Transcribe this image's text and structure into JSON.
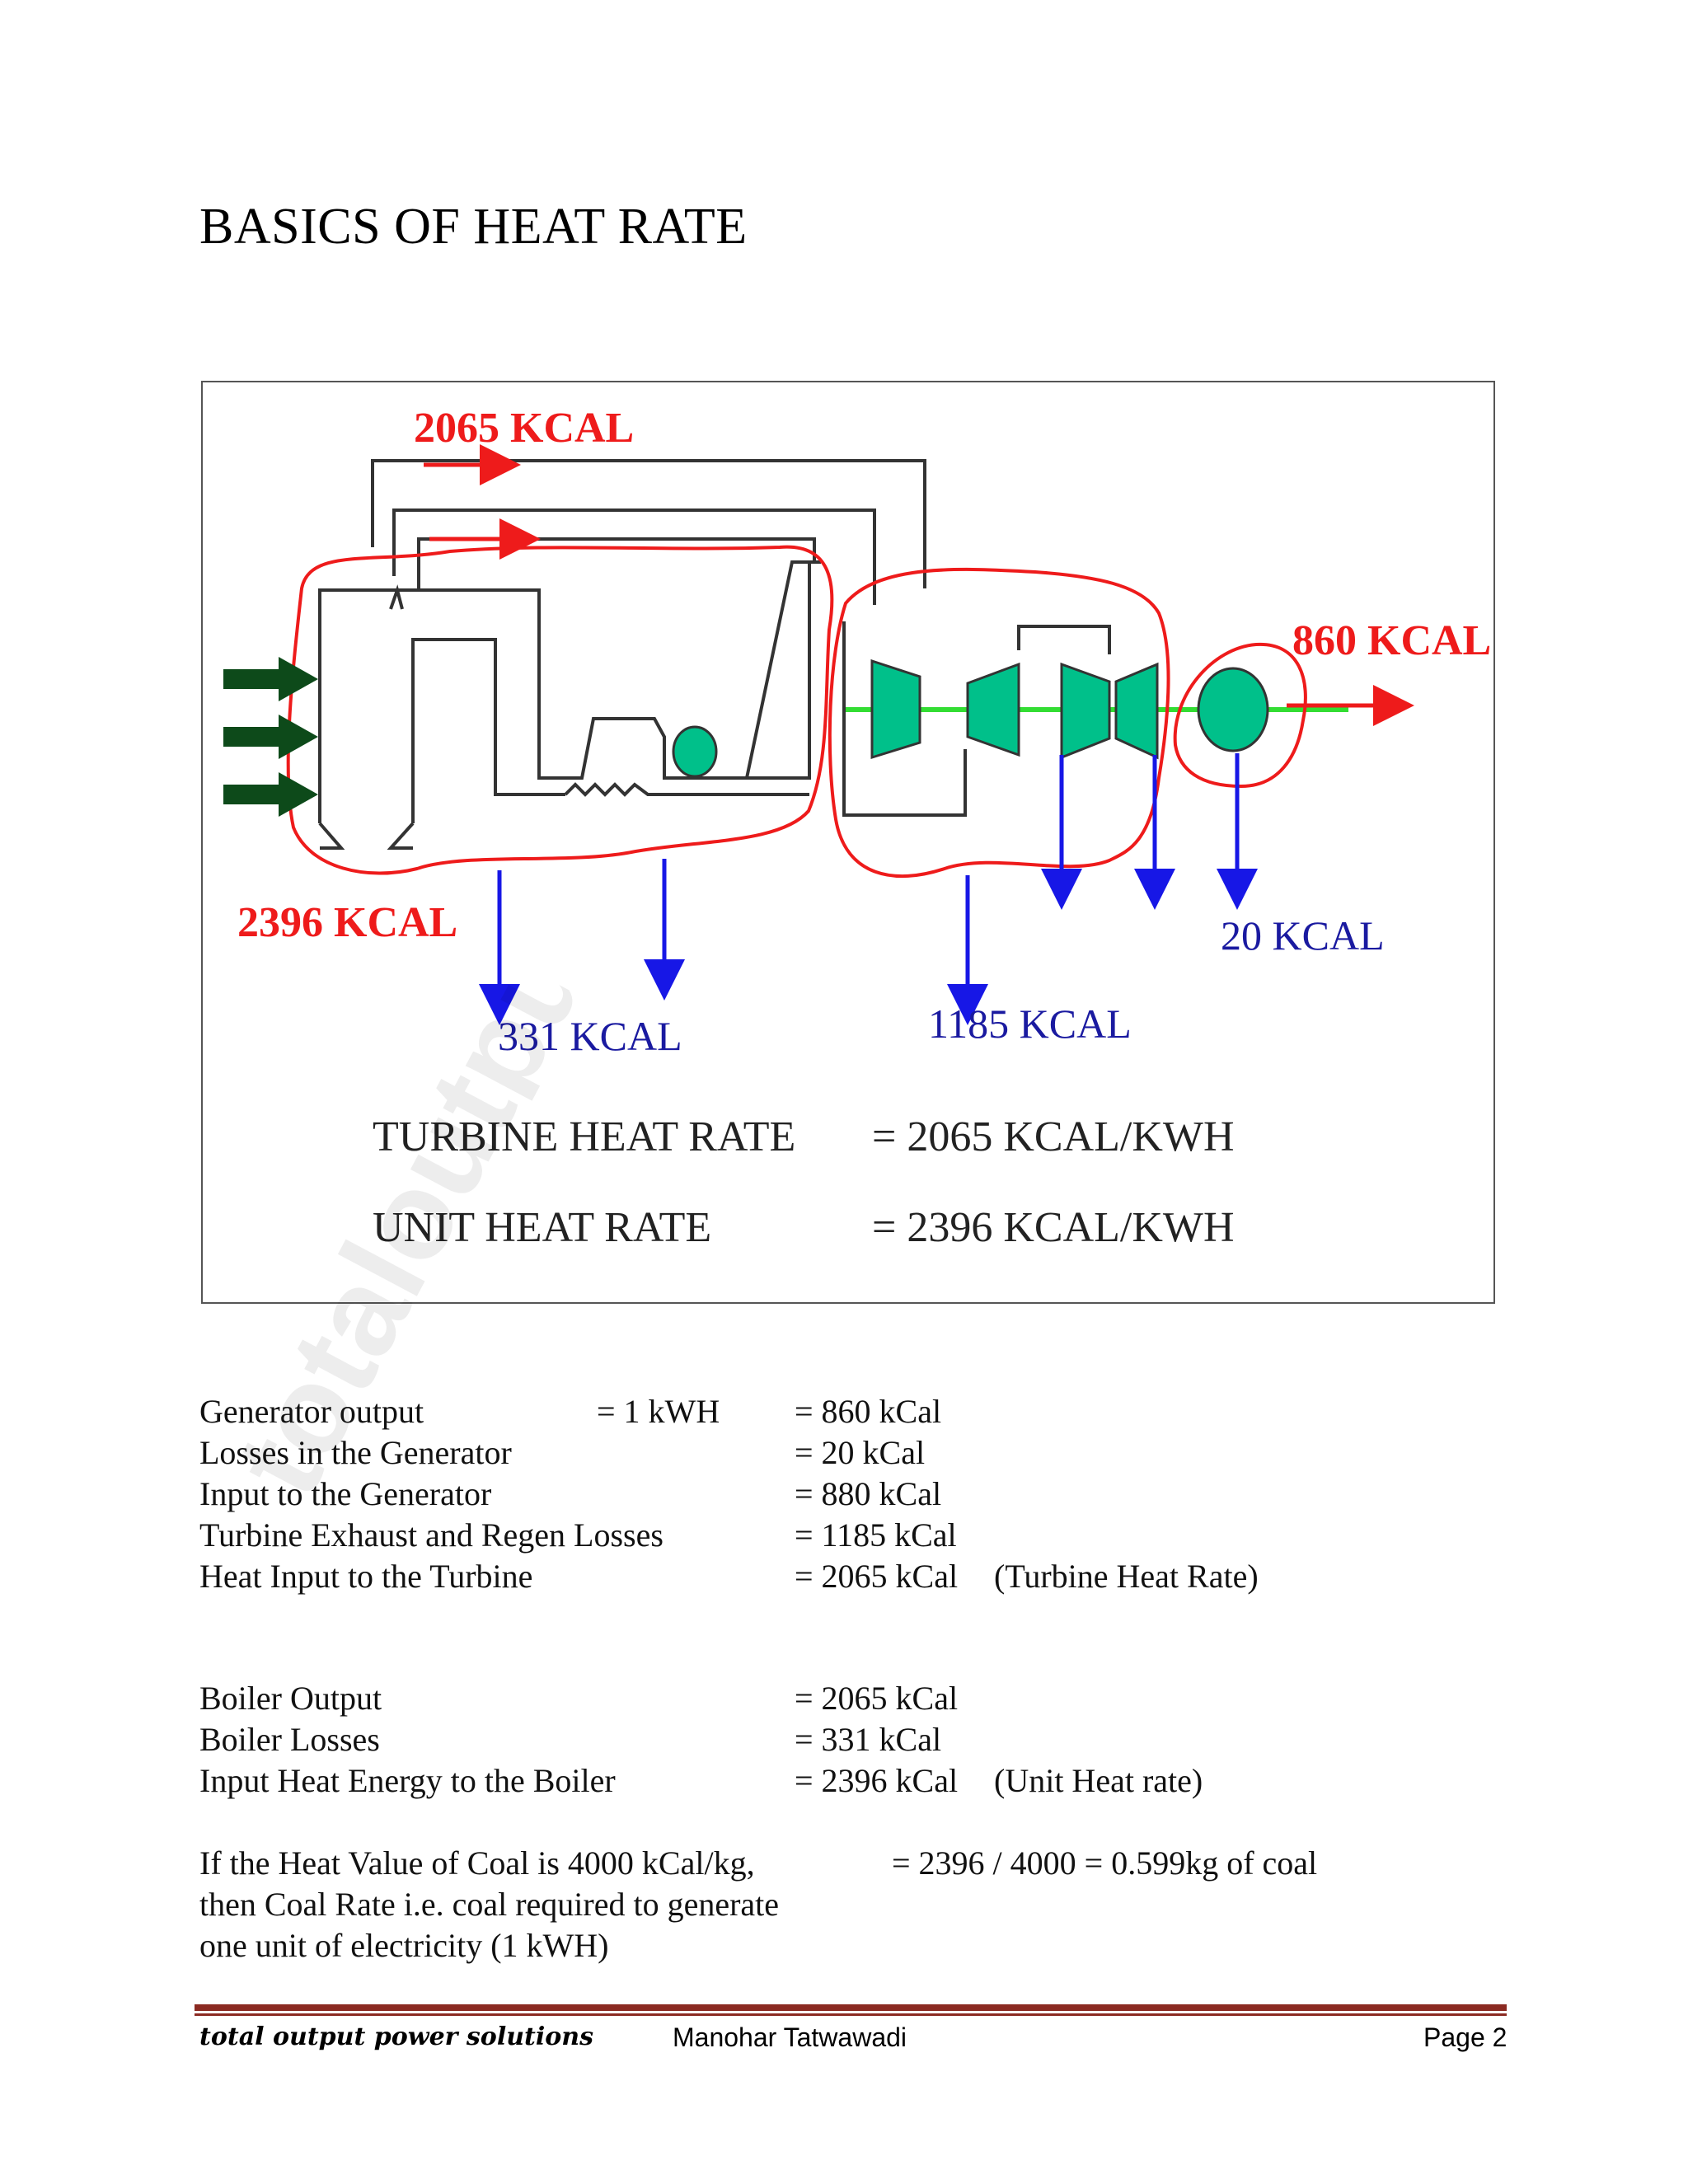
{
  "title": "BASICS OF HEAT RATE",
  "figure": {
    "labels": {
      "top_input": "2065 KCAL",
      "boiler_input": "2396 KCAL",
      "boiler_loss": "331 KCAL",
      "turbine_loss": "1185 KCAL",
      "generator_output": "860 KCAL",
      "generator_loss": "20 KCAL"
    },
    "rates": [
      {
        "label": "TURBINE HEAT RATE",
        "value": "= 2065 KCAL/KWH"
      },
      {
        "label": "UNIT HEAT RATE",
        "value": "= 2396 KCAL/KWH"
      }
    ],
    "colors": {
      "loop": "#ee1b1b",
      "loss_arrow": "#1717e6",
      "component": "#00c08a",
      "shaft": "#22dd22",
      "fuel_arrow": "#0d4a1a"
    }
  },
  "generator_table": [
    {
      "label": "Generator output",
      "mid": "= 1 kWH",
      "value": "= 860 kCal",
      "note": ""
    },
    {
      "label": "Losses in the Generator",
      "mid": "",
      "value": "= 20 kCal",
      "note": ""
    },
    {
      "label": "Input to the Generator",
      "mid": "",
      "value": "= 880 kCal",
      "note": ""
    },
    {
      "label": "Turbine Exhaust and Regen Losses",
      "mid": "",
      "value": "= 1185 kCal",
      "note": ""
    },
    {
      "label": "Heat Input to the Turbine",
      "mid": "",
      "value": "= 2065 kCal",
      "note": "(Turbine Heat Rate)"
    }
  ],
  "boiler_table": [
    {
      "label": "Boiler Output",
      "value": "= 2065 kCal",
      "note": ""
    },
    {
      "label": "Boiler Losses",
      "value": "= 331 kCal",
      "note": ""
    },
    {
      "label": "Input Heat Energy to the Boiler",
      "value": "= 2396 kCal",
      "note": "(Unit Heat rate)"
    }
  ],
  "coal": {
    "lines": [
      "If the Heat Value of Coal is 4000 kCal/kg,",
      "then Coal Rate i.e. coal required to generate",
      "one unit of electricity (1 kWH)"
    ],
    "result": "= 2396 / 4000  = 0.599kg of coal"
  },
  "watermark": "totaloutput",
  "footer": {
    "left": "total output power solutions",
    "middle": "Manohar Tatwawadi",
    "right": "Page 2"
  }
}
